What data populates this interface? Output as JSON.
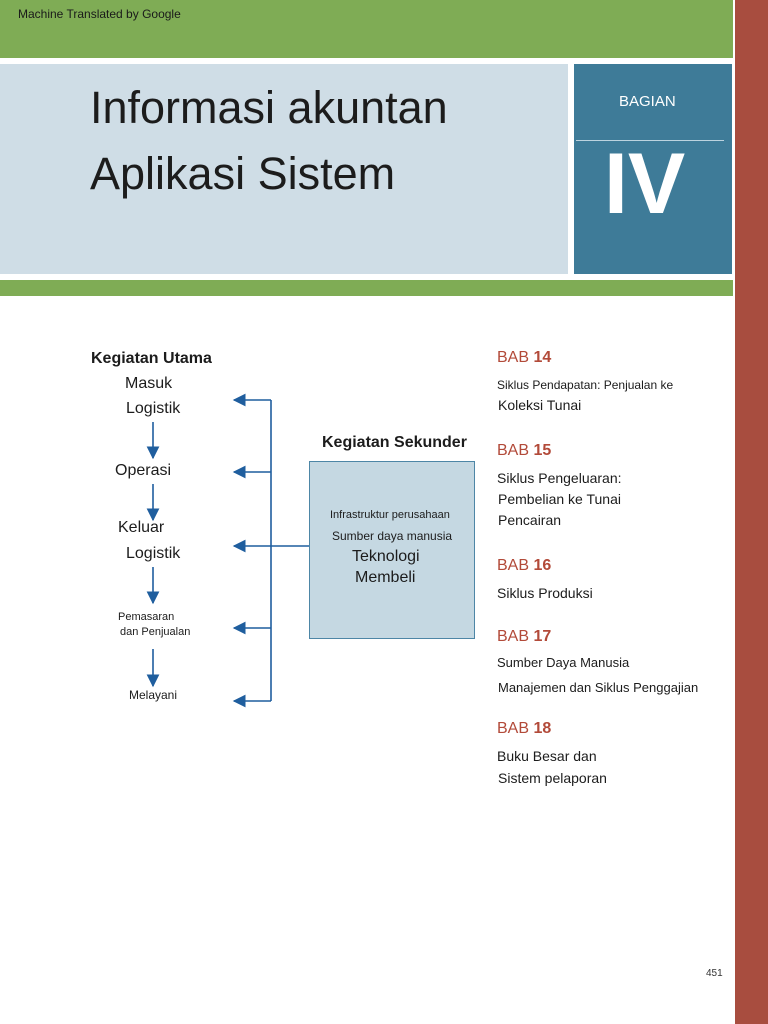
{
  "header": {
    "machine_translated": "Machine Translated by Google",
    "title_line1": "Informasi akuntan",
    "title_line2": "Aplikasi Sistem",
    "part_label": "BAGIAN",
    "part_numeral": "IV"
  },
  "colors": {
    "green_band": "#7fac55",
    "title_panel": "#cfdde6",
    "part_panel": "#3e7b98",
    "right_stripe": "#a84d3f",
    "bab_red": "#b24a39",
    "arrow_blue": "#1f5e9e"
  },
  "diagram": {
    "primary_title": "Kegiatan Utama",
    "primary_activities": [
      {
        "line1": "Masuk",
        "line2": "Logistik"
      },
      {
        "line1": "Operasi"
      },
      {
        "line1": "Keluar",
        "line2": "Logistik"
      },
      {
        "line1": "Pemasaran",
        "line2": "dan Penjualan"
      },
      {
        "line1": "Melayani"
      }
    ],
    "secondary_title": "Kegiatan Sekunder",
    "secondary_box": {
      "item1": "Infrastruktur perusahaan",
      "item2": "Sumber daya manusia",
      "item3": "Teknologi",
      "item4": "Membeli"
    }
  },
  "chapters": [
    {
      "bab": "BAB",
      "num": "14",
      "line1": "Siklus Pendapatan: Penjualan ke",
      "line2": "Koleksi Tunai"
    },
    {
      "bab": "BAB",
      "num": "15",
      "line1": "Siklus Pengeluaran:",
      "line2": "Pembelian ke Tunai",
      "line3": "Pencairan"
    },
    {
      "bab": "BAB",
      "num": "16",
      "line1": "Siklus Produksi"
    },
    {
      "bab": "BAB",
      "num": "17",
      "line1": "Sumber Daya Manusia",
      "line2": "Manajemen dan Siklus Penggajian"
    },
    {
      "bab": "BAB",
      "num": "18",
      "line1": "Buku Besar dan",
      "line2": "Sistem pelaporan"
    }
  ],
  "footer": {
    "page_number": "451"
  }
}
